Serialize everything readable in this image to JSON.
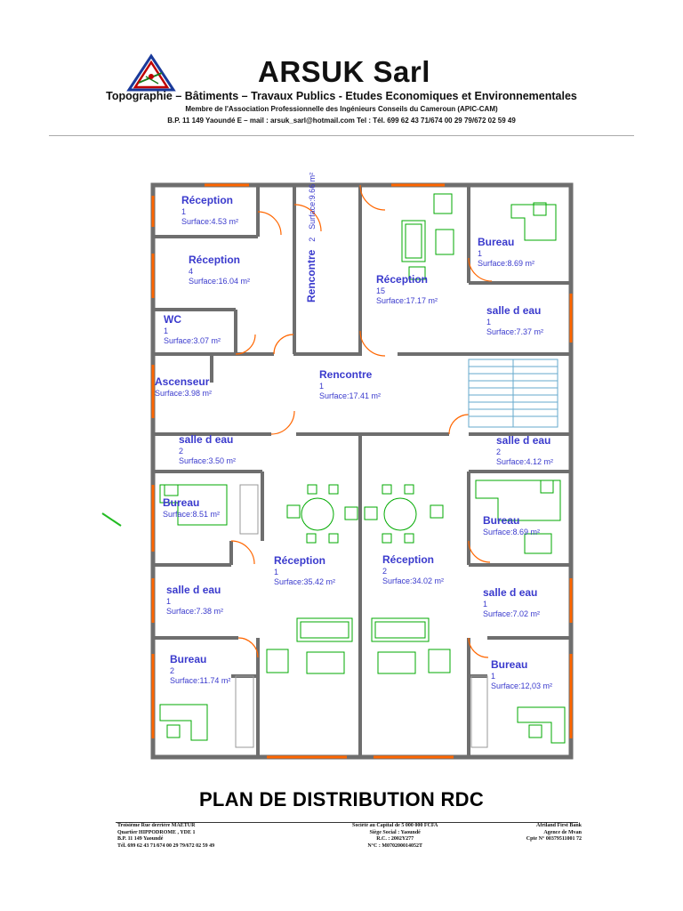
{
  "header": {
    "company": "ARSUK Sarl",
    "tagline": "Topographie – Bâtiments – Travaux Publics - Etudes Economiques et Environnementales",
    "member": "Membre de l'Association Professionnelle des Ingénieurs Conseils du Cameroun (APIC-CAM)",
    "contact": "B.P. 11 149 Yaoundé   E – mail : arsuk_sarl@hotmail.com Tel : Tél. 699 62 43 71/674 00 29 79/672 02 59 49"
  },
  "rooms": [
    {
      "name": "Réception",
      "count": "1",
      "surface": "Surface:4.53 m²"
    },
    {
      "name": "Réception",
      "count": "4",
      "surface": "Surface:16.04 m²"
    },
    {
      "name": "WC",
      "count": "1",
      "surface": "Surface:3.07 m²"
    },
    {
      "name": "Rencontre",
      "count": "2",
      "surface": "Surface:9.66 m²"
    },
    {
      "name": "Réception",
      "count": "15",
      "surface": "Surface:17.17 m²"
    },
    {
      "name": "Bureau",
      "count": "1",
      "surface": "Surface:8.69 m²"
    },
    {
      "name": "salle d eau",
      "count": "1",
      "surface": "Surface:7.37 m²"
    },
    {
      "name": "Ascenseur",
      "count": "",
      "surface": "Surface:3.98 m²"
    },
    {
      "name": "Rencontre",
      "count": "1",
      "surface": "Surface:17.41 m²"
    },
    {
      "name": "salle d eau",
      "count": "2",
      "surface": "Surface:3.50 m²"
    },
    {
      "name": "salle d eau",
      "count": "2",
      "surface": "Surface:4.12 m²"
    },
    {
      "name": "Bureau",
      "count": "",
      "surface": "Surface:8.51 m²"
    },
    {
      "name": "Bureau",
      "count": "",
      "surface": "Surface:8.69 m²"
    },
    {
      "name": "Réception",
      "count": "1",
      "surface": "Surface:35.42 m²"
    },
    {
      "name": "Réception",
      "count": "2",
      "surface": "Surface:34.02 m²"
    },
    {
      "name": "salle d eau",
      "count": "1",
      "surface": "Surface:7.38 m²"
    },
    {
      "name": "salle d eau",
      "count": "1",
      "surface": "Surface:7.02 m²"
    },
    {
      "name": "Bureau",
      "count": "2",
      "surface": "Surface:11.74 m²"
    },
    {
      "name": "Bureau",
      "count": "1",
      "surface": "Surface:12,03 m²"
    }
  ],
  "plan_title": "PLAN DE DISTRIBUTION RDC",
  "footer": {
    "left": [
      "Troisième Rue derrière MAETUR",
      "Quartier HIPPODROME , YDE 1",
      "B.P. 11 149 Yaoundé",
      "Tél. 699 62 43 71/674 00 29 79/672 02 59 49"
    ],
    "center": [
      "Société au Capital de 5 000 000 FCFA",
      "Siège Social : Yaoundé",
      "R.C. : 2002Y277",
      "N°C : M070200014052T"
    ],
    "right": [
      "Afriland First Bank",
      "Agence de Mvan",
      "Cpte N° 00379511001 72"
    ]
  },
  "colors": {
    "walls": "#6e6e6e",
    "doors": "#ff6600",
    "furniture": "#00aa00",
    "labels": "#3a3acd",
    "stairs": "#66aacc"
  }
}
